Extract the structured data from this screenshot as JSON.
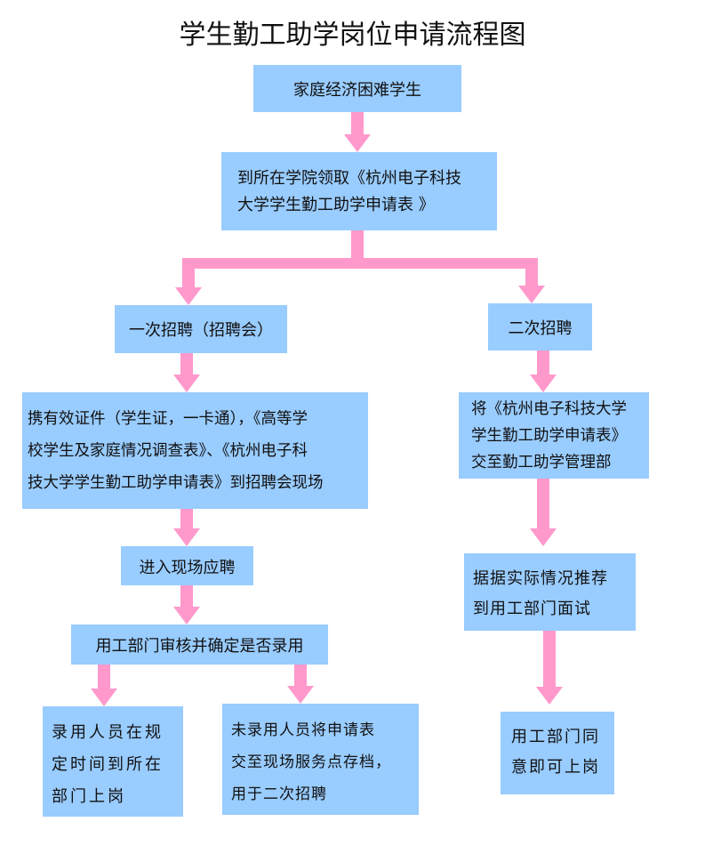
{
  "title": "学生勤工助学岗位申请流程图",
  "colors": {
    "box": "#99ccff",
    "arrow": "#ff99cc"
  },
  "nodes": {
    "start": "家庭经济困难学生",
    "get_form": "到所在学院领取《杭州电子科技\n大学学生勤工助学申请表 》",
    "first_recruit": "一次招聘（招聘会）",
    "second_recruit": "二次招聘",
    "bring_docs": "携有效证件（学生证，一卡通），《高等学\n校学生及家庭情况调查表》、《杭州电子科\n技大学学生勤工助学申请表》到招聘会现场",
    "apply_onsite": "进入现场应聘",
    "dept_review": "用工部门审核并确定是否录用",
    "hired": "录用人员在规\n定时间到所在\n部门上岗",
    "not_hired": "未录用人员将申请表\n交至现场服务点存档，\n用于二次招聘",
    "submit_form": "将《杭州电子科技大学\n学生勤工助学申请表》\n交至勤工助学管理部",
    "recommend": "据据实际情况推荐\n到用工部门面试",
    "dept_agree": "用工部门同\n意即可上岗"
  }
}
